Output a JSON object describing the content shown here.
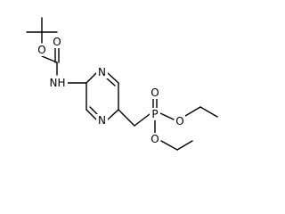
{
  "molecule": {
    "atom_labels": {
      "o_ether": "O",
      "o_carbonyl": "O",
      "nh": "NH",
      "n_ring_top": "N",
      "n_ring_bottom": "N",
      "o_phosphoryl": "O",
      "phosphorus": "P",
      "o_ethoxy_1": "O",
      "o_ethoxy_2": "O"
    }
  }
}
